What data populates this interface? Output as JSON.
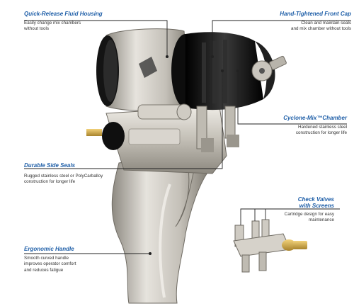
{
  "colors": {
    "title_blue": "#1f5fa8",
    "body_text": "#333333",
    "leader_line": "#222222",
    "gun_silver": "#c9c5bd",
    "cap_black": "#151515"
  },
  "callouts": {
    "fluid_housing": {
      "title": "Quick-Release Fluid Housing",
      "desc": [
        "Easily change mix chambers",
        "without tools"
      ]
    },
    "front_cap": {
      "title": "Hand-Tightened Front Cap",
      "desc": [
        "Clean and maintain seals",
        "and mix chamber without tools"
      ]
    },
    "mix_chamber": {
      "title": "Cyclone-Mix™Chamber",
      "desc": [
        "Hardened stainless steel",
        "construction for longer life"
      ]
    },
    "side_seals": {
      "title": "Durable Side Seals",
      "desc": [
        "Rugged stainless steel or PolyCarballoy",
        "construction for longer life"
      ]
    },
    "check_valves": {
      "title": "Check Valves",
      "title2": "with Screens",
      "desc": [
        "Cartridge design for easy",
        "maintenance"
      ]
    },
    "handle": {
      "title": "Ergonomic Handle",
      "desc": [
        "Smooth curved handle",
        "improves operator comfort",
        "and reduces fatigue"
      ]
    }
  }
}
